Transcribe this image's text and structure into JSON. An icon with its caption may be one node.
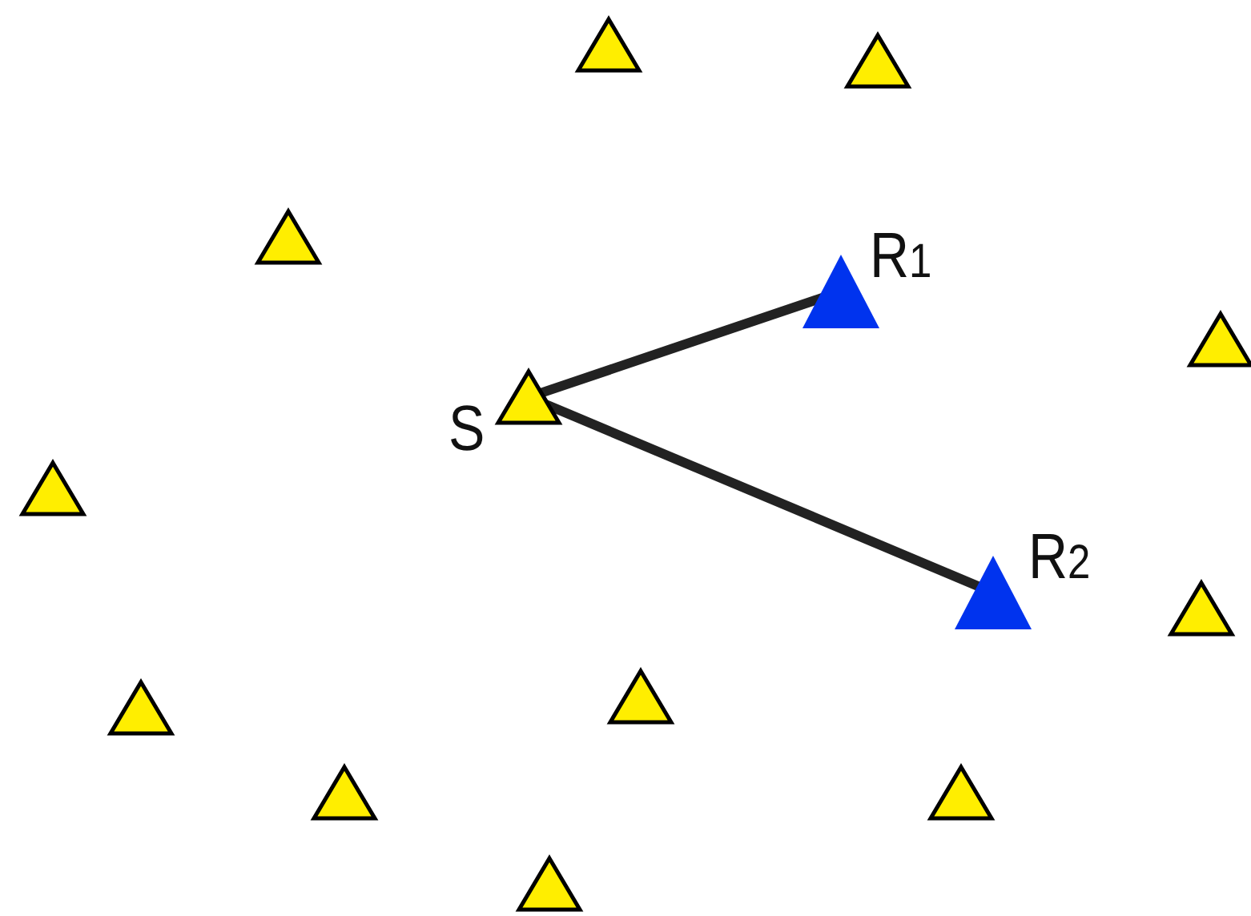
{
  "diagram": {
    "nodes": [
      {
        "text": [],
        "shape": "triangle"
      },
      {
        "text": [],
        "shape": "triangle"
      },
      {
        "text": [],
        "shape": "triangle"
      },
      {
        "text": [
          "R$_{1}$"
        ]
      },
      {
        "text": [],
        "shape": "triangle"
      },
      {
        "text": [
          "S"
        ]
      },
      {
        "text": [],
        "shape": "triangle"
      },
      {
        "text": [
          "R$_{2}$"
        ]
      },
      {
        "text": [],
        "shape": "triangle"
      },
      {
        "text": [],
        "shape": "triangle"
      },
      {
        "text": [],
        "shape": "triangle"
      },
      {
        "text": [],
        "shape": "triangle"
      },
      {
        "text": [],
        "shape": "triangle"
      },
      {
        "text": [],
        "shape": "triangle"
      }
    ],
    "edges": [
      {
        "from": 5,
        "to": 3,
        "arrow": "none"
      },
      {
        "from": 5,
        "to": 7,
        "arrow": "none"
      }
    ]
  }
}
